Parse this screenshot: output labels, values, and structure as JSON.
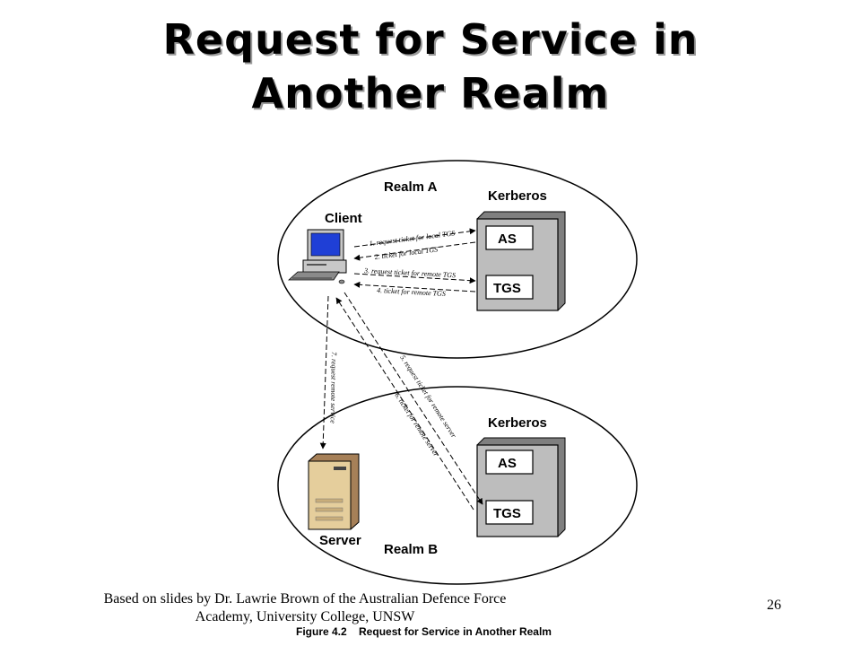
{
  "slide": {
    "title_line1": "Request for Service in",
    "title_line2": "Another Realm",
    "page_number": "26",
    "credit_line1": "Based on slides by Dr. Lawrie Brown of the Australian Defence Force",
    "credit_line2": "Academy, University College, UNSW"
  },
  "diagram": {
    "realm_a_label": "Realm A",
    "realm_b_label": "Realm B",
    "kerberos_a_label": "Kerberos",
    "kerberos_b_label": "Kerberos",
    "as_a_label": "AS",
    "tgs_a_label": "TGS",
    "as_b_label": "AS",
    "tgs_b_label": "TGS",
    "client_label": "Client",
    "server_label": "Server",
    "messages": {
      "m1": "1. request ticket for local TGS",
      "m2": "2. ticket for local TGS",
      "m3": "3. request ticket for remote TGS",
      "m4": "4. ticket for remote TGS",
      "m5": "5. request ticket for remote server",
      "m6": "6. ticket for remote server",
      "m7": "7. request remote service"
    },
    "figure_caption": "Figure 4.2    Request for Service in Another Realm"
  }
}
